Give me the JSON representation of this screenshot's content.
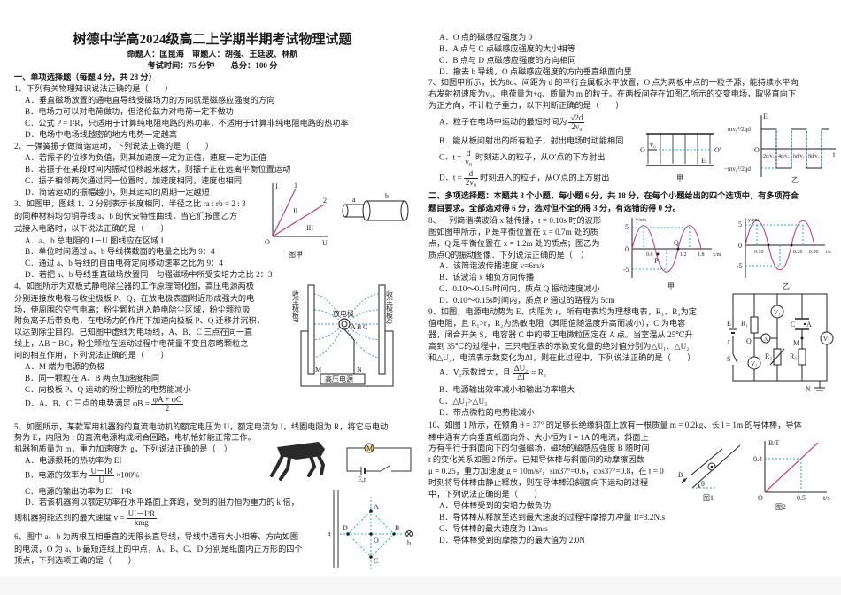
{
  "header": {
    "title": "树德中学高2024级高二上学期半期考试物理试题",
    "authors": "命题人：匡昆海　审题人：胡强、王廷波、林航",
    "exam_info": "考试时间：75 分钟　　总分：100 分"
  },
  "section1": {
    "heading": "一、单项选择题（每题 4 分，共 28 分）"
  },
  "q1": {
    "stem": "1、下列有关物理知识说法正确的是（　　）",
    "options": [
      "A．垂直磁场放置的通电直导线受磁场力的方向就是磁感应强度的方向",
      "B．电场力可以对电荷做功，但洛伦兹力对电荷一定不做功",
      "C．公式 P = I²R，只适用于计算纯电阻电路的热功率，不适用于计算非纯电阻电路的热功率",
      "D．电场中电场线越密的地方电势一定越高"
    ]
  },
  "q2": {
    "stem": "2、一弹簧振子做简谐运动，下列说法正确的是（　　）",
    "options": [
      "A．若振子的位移为负值，则其加速度一定为正值，速度一定为正值",
      "B．若振子在某段时间内振动位移越来越大，则振子正在远离平衡位置运动",
      "C．振子相邻两次通过同一位置时，加速度相同，速度也相同",
      "D．简谐运动的振幅越小，则其运动的周期一定越短"
    ]
  },
  "q3": {
    "stem": [
      "3、如图甲，图线 1、2 分别表示长度相同、半径之比 ra : rb = 2 : 3",
      "的同种材料均匀铜导线 a、b 的伏安特性曲线，当它们按图乙方",
      "式接入电路时，以下说法正确的是（　　）"
    ],
    "options": [
      "A．a、b 总电阻的 I－U 图线应在区域 I",
      "B．单位时间通过 a、b 导线横截面的电量之比为 9：4",
      "C．通过 a、b 导线的自由电荷定向移动速率之比为 9：4",
      "D．若把 a、b 导线垂直磁场放置同一匀强磁场中所受安培力之比 2：3"
    ],
    "figure": {
      "caption": "图甲",
      "axis_y": "I",
      "axis_x": "U",
      "origin": "O",
      "line1": "1",
      "line2": "2",
      "region1": "I",
      "region2": "II",
      "region3": "III",
      "wire_a": "a",
      "wire_b": "b"
    }
  },
  "q4": {
    "stem": [
      "4、如图所示为双板式静电除尘器的工作原理简化图，高压电源两极",
      "分别连接放电极与收尘极板 P、Q，在放电极表面附近形成强大的电",
      "场，使周围的空气电离；粉尘颗粒进入静电除尘区域，粉尘颗粒吸",
      "附负离子后带负电，在电场力的作用下加速向极板 P、Q 迁移并沉积，",
      "以达到除尘目的。已知图中虚线为电场线，A、B、C 三点在同一直",
      "线上，AB = BC，粉尘颗粒在运动过程中电荷量不变且忽略颗粒之",
      "间的相互作用，下列说法正确的是（　　）"
    ],
    "options": [
      "A．M 端为电源的负极",
      "B．同一颗粒在 A、B 两点加速度相同",
      "C．向极板 P、Q 运动的粉尘颗粒的电势能减小"
    ],
    "option_d": {
      "prefix": "D．A、B、C 三点的电势满足 φB =",
      "num": "φA + φC",
      "den": "2"
    },
    "figure": {
      "plate_p": "收尘极板P",
      "plate_q": "收尘极板Q",
      "electrode": "放电极",
      "a": "A",
      "b": "B",
      "c": "C",
      "m": "M",
      "n": "N",
      "source": "高压电源"
    }
  },
  "q5": {
    "stem": [
      "5、如图所示，某款军用机器狗的直流电动机的额定电压为 U，额定电流为 I，线圈电阻为 R，将它与电动",
      "势为 E，内阻为 r 的直流电源构成闭合回路，电机恰好能正常工作。",
      "机器狗质量为 m，重力加速度为 g，下列说法正确的是（　）"
    ],
    "option_a": "A．电源损耗的热功率为 EI",
    "option_b": {
      "prefix": "B．电源的效率为",
      "num": "U－IR",
      "den": "U",
      "suffix": "×100%"
    },
    "option_c": "C．电源的输出功率为 EI－I²R",
    "option_d": "D．若该机器狗以额定功率在水平路面上奔跑，受到的阻力恒为重力的 k 倍，",
    "option_d2": {
      "prefix": "则机器狗能达到的最大速度 v =",
      "num": "UI－I²R",
      "den": "kmg"
    },
    "figure": {
      "motor": "M",
      "source": "E,r"
    }
  },
  "q6": {
    "stem": [
      "6、图中 a、b 为两根互相垂直的无限长直导线，导线中通有大小相等、方向如图",
      "的电流，O 为 a、b 最短连线上的中点，A、B、C、D 分别是纸面内正方形的四个",
      "顶点，下列选项正确的是（　　）"
    ],
    "options": [
      "A．O 点的磁感应强度为 0",
      "B．A 点与 C 点磁感应强度的大小相等",
      "C．B 点与 D 点磁感应强度的方向相同",
      "D．撤去 b 导线，O 点磁感应强度的方向垂直纸面向里"
    ],
    "figure": {
      "wire_a": "a",
      "wire_b": "b",
      "a": "A",
      "b": "B",
      "c": "C",
      "d": "D",
      "o": "O"
    }
  },
  "q7": {
    "stem": [
      "7、如图甲所示，长为8d、间距为 d 的平行金属板水平放置，O 点为两板中点的一粒子源，能持续水平向",
      "右发射初速度为v₀、电荷量为+q、质量为 m 的粒子。在两板间存在如图乙所示的交变电场，取竖直向下",
      "为正方向，不计粒子重力，以下判断正确的是（　　）"
    ],
    "option_a": {
      "prefix": "A．粒子在电场中运动的最短时间为",
      "num": "√2d",
      "den": "2v₀"
    },
    "option_b": "B．能从板间射出的所有粒子，射出电场时动能相同",
    "option_c": {
      "prefix": "C．t =",
      "num": "d",
      "den": "v₀",
      "suffix": "时刻进入的粒子，从O′点的下方射出"
    },
    "option_d": {
      "prefix": "D．t =",
      "num": "d",
      "den": "2v₀",
      "suffix": "时刻进入的粒子，从O′点的上方射出"
    },
    "figure_jia": {
      "caption": "甲",
      "o": "O",
      "o_prime": "O′",
      "v0": "v₀",
      "e": "E"
    },
    "figure_yi": {
      "caption": "乙",
      "axis_y": "E",
      "axis_x": "t",
      "origin": "O",
      "e_pos": "mv₀²/2qd",
      "e_neg": "−mv₀²/2qd",
      "ticks": [
        "2d/v₀",
        "4d/v₀",
        "6d/v₀",
        "8d/v₀"
      ]
    }
  },
  "section2": {
    "lines": [
      "二、多项选择题：本题共 3 个小题，每小题 6 分，共 18 分，在每个小题给出的四个选项中，有多项符合",
      "题目要求。全部选对得 6 分，选对但不全的得 3 分，有选错的得 0 分。"
    ]
  },
  "q8": {
    "stem": [
      "8、一列简谐横波沿 x 轴传播，t = 0.10s 时的波形",
      "图如图甲所示，P 是平衡位置在 x = 0.7m 处的质",
      "点，Q 是平衡位置在 x = 1.2m 处的质点；图乙为",
      "质点Q的振动图像．下列说法正确的是（　）"
    ],
    "options": [
      "A．该简谐波传播速度 v=6m/s",
      "B．该波沿 x 轴负方向传播",
      "C．0.10～0.15s时间内，质点 Q 振动速度减小",
      "D．0.10～0.15s时间内，质点 P 通过的路程为 5cm"
    ],
    "figure_jia": {
      "caption": "甲",
      "axis_y": "y/cm",
      "axis_x": "x/m",
      "y_ticks": [
        "5",
        "0",
        "-5"
      ],
      "x_ticks": [
        "0.6",
        "1.2",
        "1.8"
      ],
      "p": "P",
      "q": "Q"
    },
    "figure_yi": {
      "caption": "乙",
      "axis_y": "y/cm",
      "axis_x": "t/s",
      "y_ticks": [
        "5",
        "0",
        "-5"
      ],
      "x_ticks": [
        "0.10",
        "0.20",
        "0.30"
      ]
    }
  },
  "q9": {
    "stem": [
      "9、如图，电源电动势为 E、内阻为 r，所有电表均为理想电表，R₁、R₃为定",
      "值电阻，且 R₁>r，R₂为热敏电阻（其阻值随温度升高而减小），C 为电容",
      "器，闭合开关 S，电容器 C 中的带正电微粒固定在 A 点。当室温从 25℃升",
      "高到 35℃的过程中，三只电压表的示数变化量的绝对值分别为△U₁、△U₂",
      "和△U₃，电流表示数变化为ΔI，则在此过程中，下列说法正确的是（　　）"
    ],
    "option_a": {
      "prefix": "A．V₂示数增大，且",
      "num": "ΔU₂",
      "den": "ΔI",
      "suffix": "= R₂"
    },
    "options": [
      "B．电源输出效率减小和输出功率增大",
      "C．△U₁>△U₃",
      "D．带点微粒的电势能减小"
    ],
    "figure": {
      "e": "E",
      "r": "r",
      "s": "S",
      "r1": "R₁",
      "r2": "R₂",
      "r3": "R₃",
      "v1": "V₁",
      "v2": "V₂",
      "v3": "V₃",
      "ammeter": "A",
      "q": "Q",
      "m": "M",
      "n": "N",
      "c": "C",
      "a": "A"
    }
  },
  "q10": {
    "stem": [
      "10、如图 1 所示，在倾角 θ = 37° 的足够长绝缘斜面上放有一根质量 m = 0.2kg、长 l = 1m 的导体棒，导体",
      "棒中通有方向垂直纸面向外、大小恒为 I = 1A 的电流，斜面上",
      "方有平行于斜面向下的匀强磁场，磁场的磁感应强度 B 随时间",
      "t 的变化关系如图 2 所示。已知导体棒与斜面间的动摩擦因数",
      "μ = 0.25，重力加速度 g = 10m/s²，sin37°=0.6，cos37°=0.8，在 t = 0",
      "时刻将导体棒由静止释放，则在导体棒沿斜面向下运动的过程",
      "中，下列说法正确的是（　　）"
    ],
    "options": [
      "A．导体棒受到的安培力做负功",
      "B．导体棒从释放至达到最大速度的过程中摩擦力冲量 If=3.2N.s",
      "C．导体棒的最大速度为 12m/s",
      "D．导体棒受到的摩擦力的最大值为 2.0N"
    ],
    "figure1": {
      "caption": "图1",
      "b": "B",
      "theta": "θ"
    },
    "figure2": {
      "caption": "图2",
      "axis_y": "B/T",
      "axis_x": "t/s",
      "origin": "O",
      "y_tick": "0.4",
      "x_tick": "0.5"
    }
  },
  "colors": {
    "text": "#1b1b1b",
    "field_lines": "#3a8fc4",
    "curve": "#c0407a",
    "guide": "#2aa6d8"
  }
}
